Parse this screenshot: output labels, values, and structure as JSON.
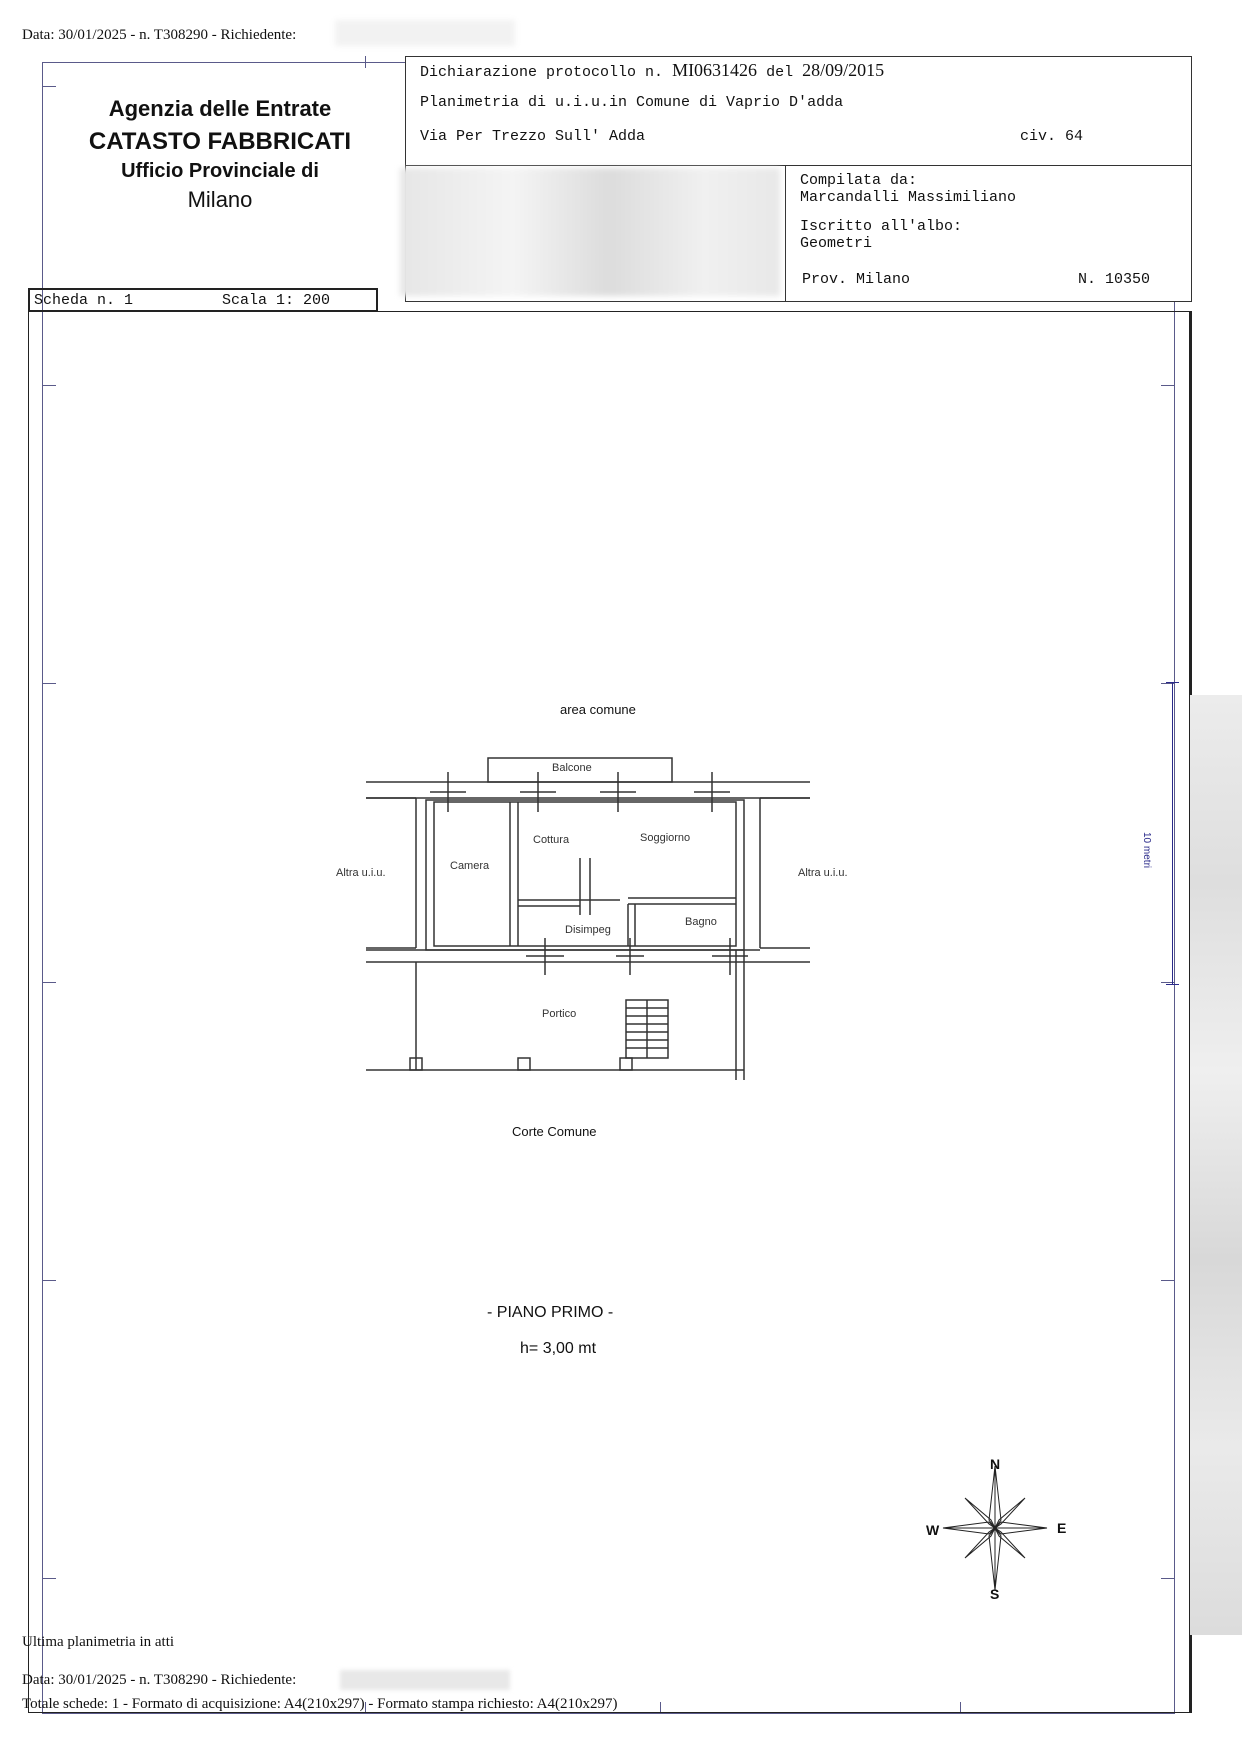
{
  "top_header": {
    "text": "Data: 30/01/2025 - n. T308290 - Richiedente:"
  },
  "agency": {
    "line1": "Agenzia delle Entrate",
    "line2": "CATASTO FABBRICATI",
    "line3": "Ufficio Provinciale di",
    "line4": "Milano"
  },
  "declaration": {
    "prefix": "Dichiarazione protocollo n.",
    "number": "MI0631426",
    "del": "del",
    "date": "28/09/2015",
    "planimetria": "Planimetria di u.i.u.in Comune di Vaprio D'adda",
    "address": "Via Per Trezzo Sull' Adda",
    "civ": "civ. 64"
  },
  "compiler": {
    "label": "Compilata da:",
    "name": "Marcandalli Massimiliano",
    "albo_label": "Iscritto all'albo:",
    "albo": "Geometri",
    "prov": "Prov. Milano",
    "number": "N. 10350"
  },
  "sheet": {
    "scheda": "Scheda n. 1",
    "scala": "Scala 1: 200"
  },
  "plan": {
    "area_comune": "area comune",
    "balcone": "Balcone",
    "camera": "Camera",
    "cottura": "Cottura",
    "soggiorno": "Soggiorno",
    "disimpegno": "Disimpeg",
    "bagno": "Bagno",
    "altra_left": "Altra u.i.u.",
    "altra_right": "Altra u.i.u.",
    "portico": "Portico",
    "corte": "Corte Comune",
    "piano": "- PIANO PRIMO -",
    "altezza": "h= 3,00 mt",
    "side_scale": "10 metri"
  },
  "compass": {
    "n": "N",
    "s": "S",
    "e": "E",
    "w": "W"
  },
  "footer": {
    "ultima": "Ultima planimetria in atti",
    "data": "Data: 30/01/2025 - n. T308290 - Richiedente:",
    "totale": "Totale schede: 1 - Formato di acquisizione: A4(210x297)  - Formato stampa richiesto: A4(210x297)"
  }
}
